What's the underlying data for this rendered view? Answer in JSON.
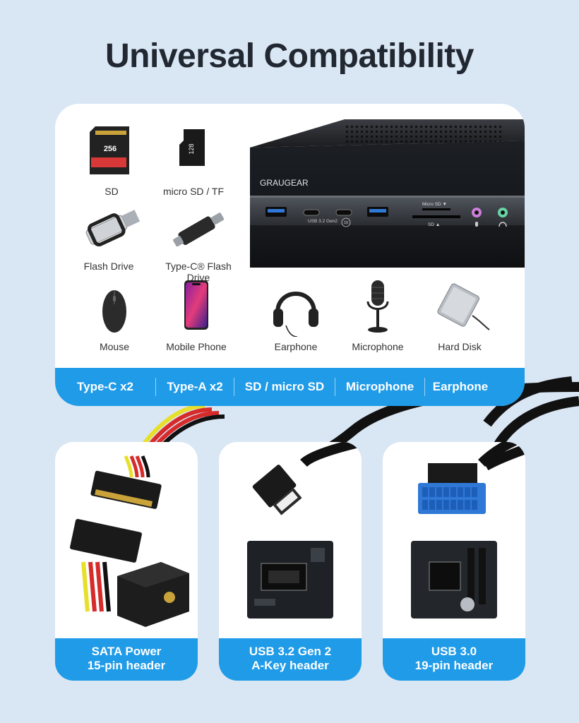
{
  "title": "Universal Compatibility",
  "devices": [
    {
      "label": "SD",
      "icon": "sd-card-icon"
    },
    {
      "label": "micro SD / TF",
      "icon": "micro-sd-card-icon"
    },
    {
      "label": "Flash Drive",
      "icon": "flash-drive-icon"
    },
    {
      "label": "Type-C® Flash Drive",
      "icon": "type-c-flash-drive-icon"
    },
    {
      "label": "Mouse",
      "icon": "mouse-icon"
    },
    {
      "label": "Mobile Phone",
      "icon": "mobile-phone-icon"
    },
    {
      "label": "Earphone",
      "icon": "headphones-icon"
    },
    {
      "label": "Microphone",
      "icon": "microphone-icon"
    },
    {
      "label": "Hard Disk",
      "icon": "hard-disk-icon"
    }
  ],
  "hub": {
    "brand": "GRAUGEAR",
    "usb_gen_label": "USB 3.2 Gen2",
    "speed_badge": "10",
    "micro_sd_label": "Micro SD ▼",
    "sd_label": "SD ▲",
    "sd_card_text": "256",
    "micro_sd_card_text": "128"
  },
  "features": [
    "Type-C x2",
    "Type-A x2",
    "SD / micro SD",
    "Microphone",
    "Earphone"
  ],
  "connectors": [
    {
      "line1": "SATA Power",
      "line2": "15-pin header"
    },
    {
      "line1": "USB 3.2 Gen 2",
      "line2": "A-Key header"
    },
    {
      "line1": "USB 3.0",
      "line2": "19-pin header"
    }
  ],
  "colors": {
    "accent": "#1f9be8",
    "background": "#d9e6f4",
    "header_blue": "#2f78d6"
  }
}
